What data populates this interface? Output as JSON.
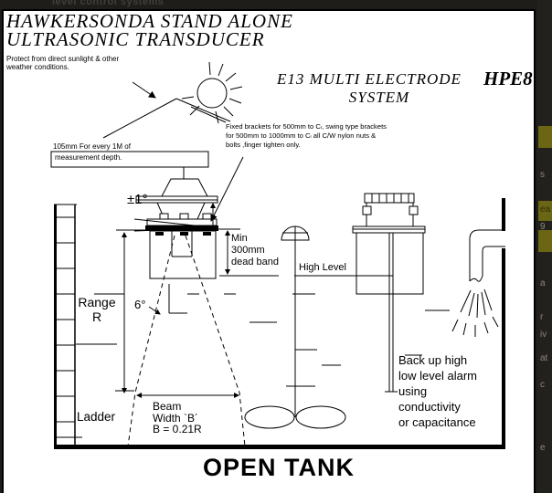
{
  "chrome": {
    "top_bar_text": "level control systems",
    "side_fragments": [
      "s",
      "ea",
      "9",
      "a",
      "r",
      "iv",
      "at",
      "c",
      "e"
    ],
    "bar_color": "#1e1d1a",
    "fragment_color": "#6b6516"
  },
  "colors": {
    "paper": "#ffffff",
    "ink": "#000000"
  },
  "header": {
    "title_line1": "HAWKERSONDA STAND ALONE",
    "title_line2": "ULTRASONIC TRANSDUCER",
    "protect_note": "Protect from direct sunlight & other\nweather conditions."
  },
  "system_heading": {
    "main": "E13 MULTI ELECTRODE",
    "model": "HPE8",
    "sub": "SYSTEM"
  },
  "annotations": {
    "bracket_note": "Fixed brackets for 500mm to Cₗ, swing type brackets\nfor 500mm to 1000mm to Cₗ all C/W nylon nuts &\nbolts ,finger tighten only.",
    "depth_note_line1": "105mm For every 1M of",
    "depth_note_line2": "measurement depth.",
    "tilt_tolerance": "±1°",
    "dead_band": "Min\n300mm\ndead band",
    "high_level": "High Level",
    "range": "Range\nR",
    "beam_angle": "6°",
    "beam_width": "Beam\nWidth `B´\nB = 0.21R",
    "ladder": "Ladder",
    "backup_note": "Back up high\nlow level alarm\nusing\nconductivity\nor capacitance",
    "tank_type": "OPEN TANK"
  }
}
